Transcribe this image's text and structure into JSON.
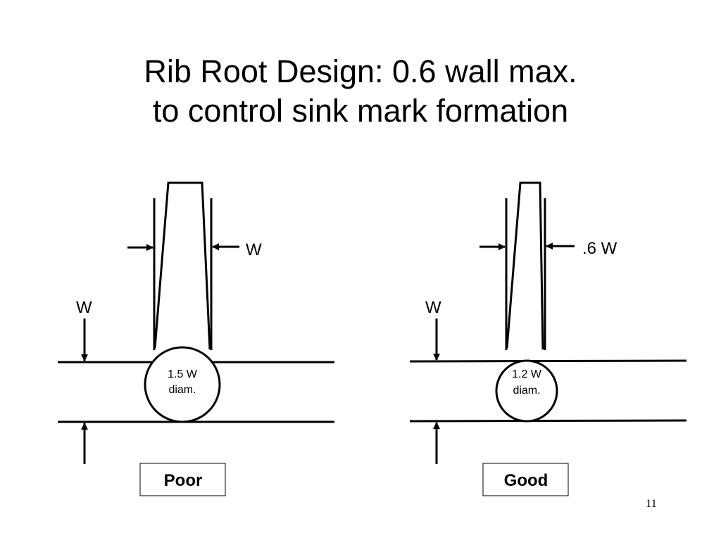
{
  "slide": {
    "title_line1": "Rib Root Design: 0.6 wall max.",
    "title_line2": "to control sink mark formation",
    "page_number": "11"
  },
  "poor": {
    "rib_width_label": "W",
    "wall_label": "W",
    "diameter_line1": "1.5 W",
    "diameter_line2": "diam.",
    "verdict": "Poor"
  },
  "good": {
    "rib_width_label": ".6 W",
    "wall_label": "W",
    "diameter_line1": "1.2 W",
    "diameter_line2": "diam.",
    "verdict": "Good"
  }
}
